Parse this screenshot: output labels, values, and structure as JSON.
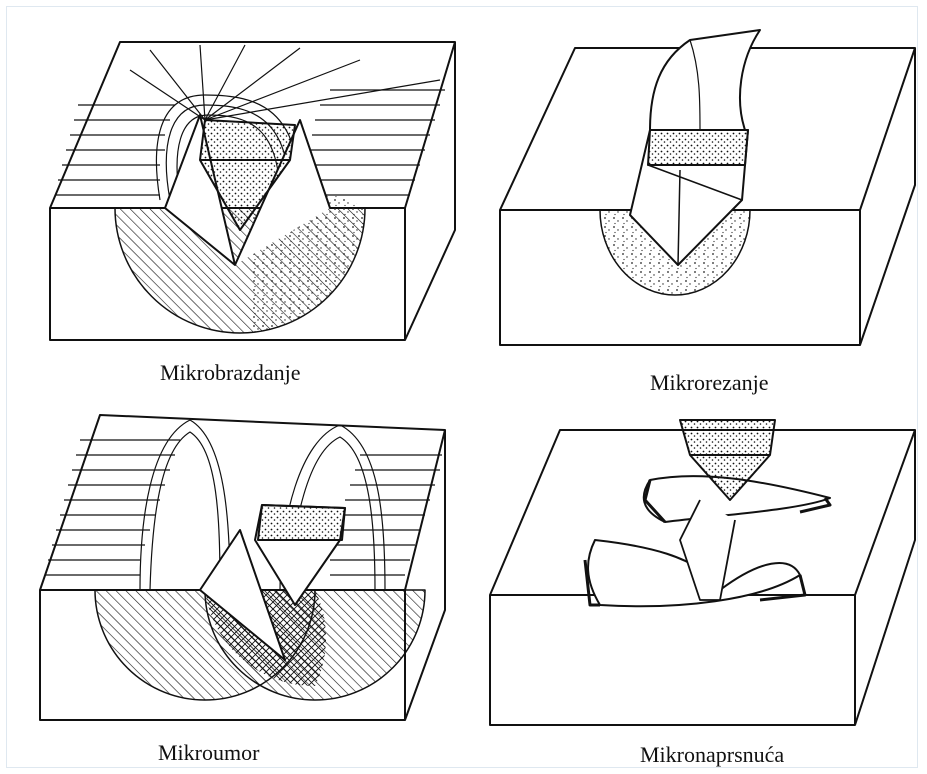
{
  "figure": {
    "panels": [
      {
        "id": "microploughing",
        "caption": "Mikrobrazdanje"
      },
      {
        "id": "microcutting",
        "caption": "Mikrorezanje"
      },
      {
        "id": "microfatigue",
        "caption": "Mikroumor"
      },
      {
        "id": "microcracking",
        "caption": "Mikronaprsnuća"
      }
    ]
  },
  "colors": {
    "line": "#111111",
    "background": "#ffffff",
    "frame": "#dfe8f0"
  }
}
